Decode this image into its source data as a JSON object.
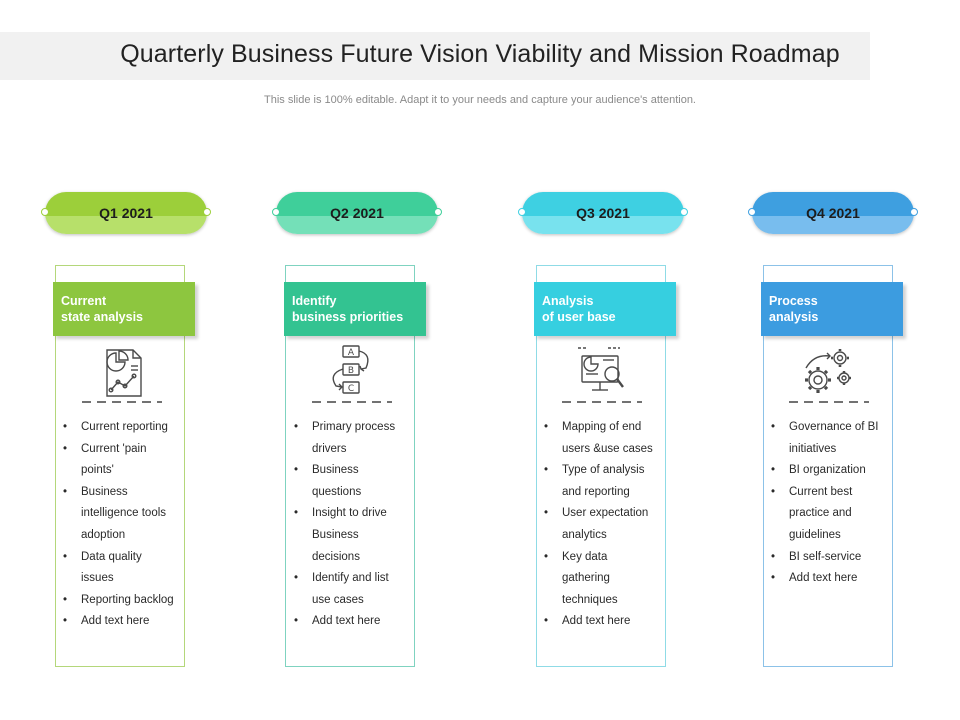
{
  "title": "Quarterly Business Future Vision Viability and Mission Roadmap",
  "subtitle": "This slide is 100% editable. Adapt it to your needs and capture your audience's attention.",
  "columns": [
    {
      "quarter": "Q1 2021",
      "heading_line1": "Current",
      "heading_line2": "state analysis",
      "icon": "report-chart-icon",
      "items": [
        "Current reporting",
        "Current 'pain points'",
        "Business intelligence tools adoption",
        "Data quality issues",
        "Reporting backlog",
        "Add text here"
      ],
      "colors": {
        "pill_top": "#9ccf3a",
        "pill_bottom": "#b7e06a",
        "heading": "#8dc63f",
        "border": "#b4d77a"
      }
    },
    {
      "quarter": "Q2 2021",
      "heading_line1": "Identify",
      "heading_line2": "business priorities",
      "icon": "abc-priorities-icon",
      "items": [
        "Primary process drivers",
        "Business questions",
        "Insight to drive Business decisions",
        "Identify and list use cases",
        "Add text here"
      ],
      "colors": {
        "pill_top": "#3fcf9a",
        "pill_bottom": "#74e0b8",
        "heading": "#33c391",
        "border": "#7fd3c0"
      }
    },
    {
      "quarter": "Q3 2021",
      "heading_line1": "Analysis",
      "heading_line2": "of user base",
      "icon": "monitor-search-icon",
      "items": [
        "Mapping of end users &use cases",
        "Type of analysis and reporting",
        "User expectation analytics",
        "Key data gathering techniques",
        "Add text here"
      ],
      "colors": {
        "pill_top": "#3ed0e2",
        "pill_bottom": "#78e2ee",
        "heading": "#36cfe0",
        "border": "#8fdbe6"
      }
    },
    {
      "quarter": "Q4 2021",
      "heading_line1": "Process",
      "heading_line2": "analysis",
      "icon": "gears-process-icon",
      "items": [
        "Governance of BI initiatives",
        "BI organization",
        "Current best practice and guidelines",
        "BI self-service",
        "Add text here"
      ],
      "colors": {
        "pill_top": "#3e9fe0",
        "pill_bottom": "#78bdee",
        "heading": "#3c9ce0",
        "border": "#8cc2e8"
      }
    }
  ]
}
